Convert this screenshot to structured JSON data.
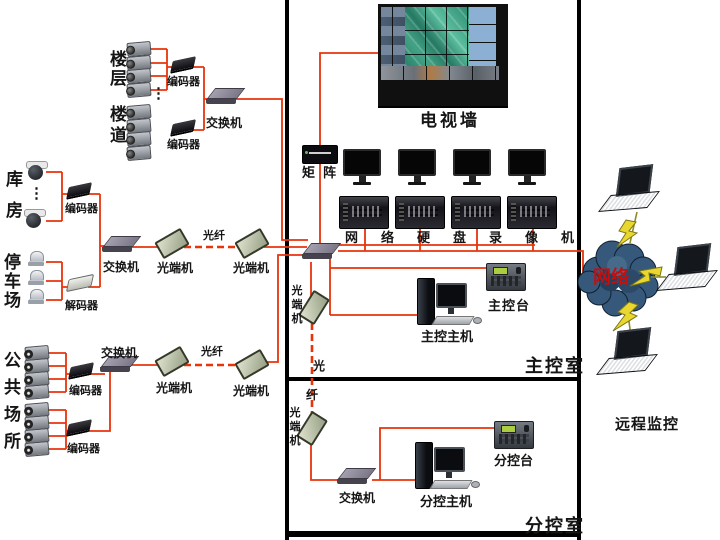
{
  "palette": {
    "line_red": "#e8340b",
    "border_black": "#000000",
    "bolt_yellow": "#e9d62e",
    "cloud_blue": "#36587a",
    "cloud_text_red": "#c40f0f"
  },
  "left": {
    "ellipsis": "⋮",
    "floor_label": "楼层",
    "corridor_label": "楼道",
    "floor_encoder_label": "编码器",
    "corridor_encoder_label": "编码器",
    "floor_switch_label": "交换机",
    "warehouse_label": "库房",
    "warehouse_encoder_label": "编码器",
    "parking_label": "停车场",
    "parking_decoder_label": "解码器",
    "mid_switch_label": "交换机",
    "mid_ot1_label": "光端机",
    "mid_fiber_label": "光纤",
    "mid_ot2_label": "光端机",
    "public_label": "公共场所",
    "public_encoder1_label": "编码器",
    "public_encoder2_label": "编码器",
    "public_switch_label": "交换机",
    "public_ot1_label": "光端机",
    "public_fiber_label": "光纤",
    "public_ot2_label": "光端机"
  },
  "main_room": {
    "tv_wall_label": "电视墙",
    "matrix_label": "矩阵",
    "nvr_label": "网络硬盘录像机",
    "ot_label": "光端机",
    "fiber_char": "光",
    "console_label": "主控台",
    "host_label": "主控主机",
    "room_label": "主控室"
  },
  "sub_room": {
    "fiber_char": "纤",
    "ot_label": "光端机",
    "switch_label": "交换机",
    "host_label": "分控主机",
    "console_label": "分控台",
    "room_label": "分控室"
  },
  "remote": {
    "cloud_label": "网络",
    "label": "远程监控"
  }
}
